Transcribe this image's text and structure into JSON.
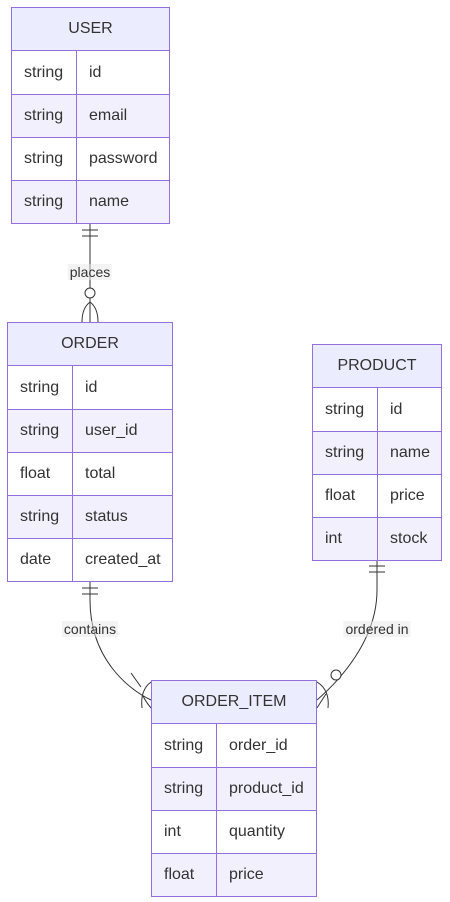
{
  "entities": {
    "user": {
      "name": "USER",
      "attributes": [
        {
          "type": "string",
          "name": "id"
        },
        {
          "type": "string",
          "name": "email"
        },
        {
          "type": "string",
          "name": "password"
        },
        {
          "type": "string",
          "name": "name"
        }
      ]
    },
    "order": {
      "name": "ORDER",
      "attributes": [
        {
          "type": "string",
          "name": "id"
        },
        {
          "type": "string",
          "name": "user_id"
        },
        {
          "type": "float",
          "name": "total"
        },
        {
          "type": "string",
          "name": "status"
        },
        {
          "type": "date",
          "name": "created_at"
        }
      ]
    },
    "product": {
      "name": "PRODUCT",
      "attributes": [
        {
          "type": "string",
          "name": "id"
        },
        {
          "type": "string",
          "name": "name"
        },
        {
          "type": "float",
          "name": "price"
        },
        {
          "type": "int",
          "name": "stock"
        }
      ]
    },
    "order_item": {
      "name": "ORDER_ITEM",
      "attributes": [
        {
          "type": "string",
          "name": "order_id"
        },
        {
          "type": "string",
          "name": "product_id"
        },
        {
          "type": "int",
          "name": "quantity"
        },
        {
          "type": "float",
          "name": "price"
        }
      ]
    }
  },
  "relationships": [
    {
      "from": "USER",
      "to": "ORDER",
      "label": "places",
      "from_cardinality": "exactly-one",
      "to_cardinality": "zero-or-more"
    },
    {
      "from": "ORDER",
      "to": "ORDER_ITEM",
      "label": "contains",
      "from_cardinality": "exactly-one",
      "to_cardinality": "one-or-more"
    },
    {
      "from": "PRODUCT",
      "to": "ORDER_ITEM",
      "label": "ordered in",
      "from_cardinality": "exactly-one",
      "to_cardinality": "zero-or-more"
    }
  ],
  "colors": {
    "entity_border": "#9370db",
    "header_fill": "#ececff",
    "row_odd_fill": "#ffffff",
    "row_even_fill": "#f2f0fc",
    "edge_stroke": "#333333",
    "text": "#333333"
  }
}
